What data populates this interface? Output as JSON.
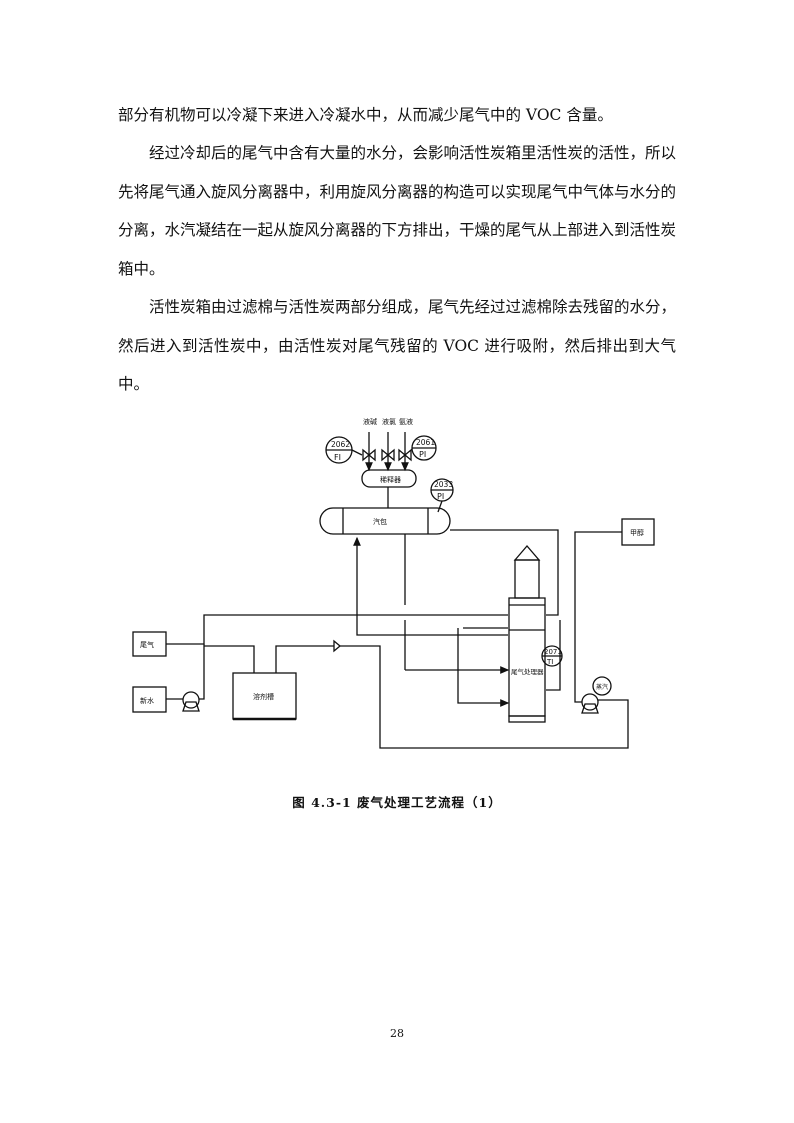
{
  "paragraphs": [
    "部分有机物可以冷凝下来进入冷凝水中，从而减少尾气中的 VOC 含量。",
    "经过冷却后的尾气中含有大量的水分，会影响活性炭箱里活性炭的活性，所以先将尾气通入旋风分离器中，利用旋风分离器的构造可以实现尾气中气体与水分的分离，水汽凝结在一起从旋风分离器的下方排出，干燥的尾气从上部进入到活性炭箱中。",
    "活性炭箱由过滤棉与活性炭两部分组成，尾气先经过过滤棉除去残留的水分，然后进入到活性炭中，由活性炭对尾气残留的 VOC 进行吸附，然后排出到大气中。"
  ],
  "diagram": {
    "top_inputs": [
      "液碱",
      "液氯",
      "氨液"
    ],
    "instruments": {
      "left_fi": {
        "tag": "2062",
        "type": "FI"
      },
      "right_pi": {
        "tag": "2061",
        "type": "PI"
      },
      "drum_pi": {
        "tag": "2033",
        "type": "PI"
      },
      "tower_ti": {
        "tag": "2071",
        "type": "TI"
      }
    },
    "labels": {
      "header_box": "稀释器",
      "drum": "汽包",
      "right_box": "甲醇",
      "left_gas": "尾气",
      "left_water": "新水",
      "tank": "溶剂槽",
      "tower": "尾气处理器",
      "circle_right": "蒸汽"
    }
  },
  "caption": "图 4.3-1 废气处理工艺流程（1）",
  "page_number": "28"
}
